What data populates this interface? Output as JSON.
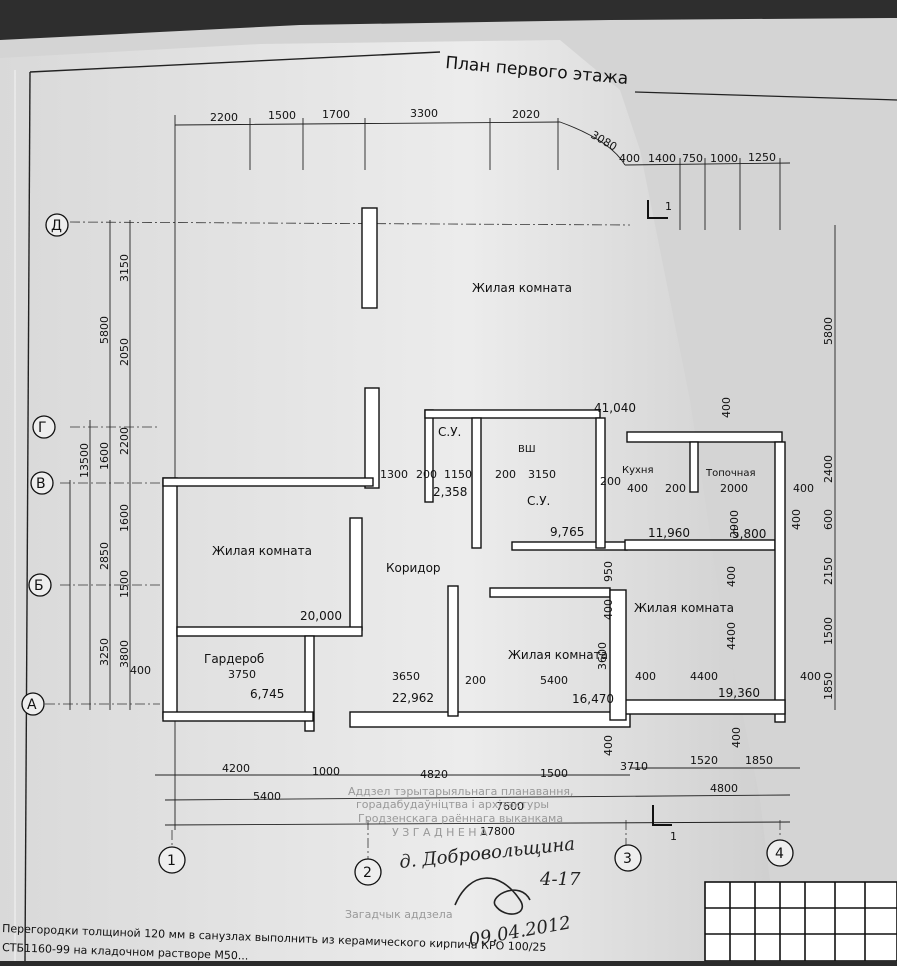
{
  "title": "План первого этажа",
  "section_mark": "1",
  "axes_letters": [
    "Д",
    "Г",
    "В",
    "Б",
    "А"
  ],
  "axes_numbers": [
    "1",
    "2",
    "3",
    "4"
  ],
  "dims_top": [
    "2200",
    "1500",
    "1700",
    "3300",
    "2020",
    "3080",
    "400",
    "1400",
    "750",
    "1000",
    "1250"
  ],
  "dims_left": [
    "3150",
    "2050",
    "2200",
    "1600",
    "2850",
    "1500",
    "3800",
    "5800",
    "13500",
    "1600",
    "3250"
  ],
  "dims_right": [
    "5800",
    "2400",
    "600",
    "2150",
    "1500",
    "1850"
  ],
  "dims_bottom": [
    "4200",
    "1000",
    "4820",
    "1500",
    "3710",
    "1520",
    "1850",
    "5400",
    "7600",
    "4800",
    "17800"
  ],
  "dims_inner": [
    "1300",
    "200",
    "1150",
    "200",
    "3150",
    "200",
    "400",
    "200",
    "2000",
    "400",
    "2900",
    "400",
    "3750",
    "3650",
    "200",
    "5400",
    "400",
    "4400",
    "400",
    "400",
    "950",
    "400",
    "400",
    "3600",
    "400",
    "4400",
    "400",
    "400"
  ],
  "rooms": [
    {
      "name": "Жилая комната",
      "area": ""
    },
    {
      "name": "С.У.",
      "area": "2,358"
    },
    {
      "name": "С.У.",
      "area": "9,765"
    },
    {
      "name": "Кухня",
      "area": "11,960"
    },
    {
      "name": "Топочная",
      "area": "5,800"
    },
    {
      "name": "Жилая комната",
      "area": "20,000"
    },
    {
      "name": "Коридор",
      "area": "22,962"
    },
    {
      "name": "Гардероб",
      "area": "6,745"
    },
    {
      "name": "Жилая комната",
      "area": "16,470"
    },
    {
      "name": "Жилая комната",
      "area": "19,360"
    }
  ],
  "annotations": [
    "41,040",
    "ВШ"
  ],
  "stamp": [
    "Аддзел тэрытарыяльнага планавання,",
    "горадабудаўніцтва і архітэктуры",
    "Гродзенскага раённага выканкама",
    "У З Г А Д Н Е Н А"
  ],
  "stamp_footer": "Загадчык аддзела",
  "signature": "д. Добровольщина",
  "date": "09.04.2012",
  "date_short": "4-17",
  "footer_lines": [
    "Перегородки толщиной 120 мм  в санузлах выполнить  из керамического кирпича КРО 100/25",
    "СТБ1160-99 на кладочном растворе М50..."
  ]
}
